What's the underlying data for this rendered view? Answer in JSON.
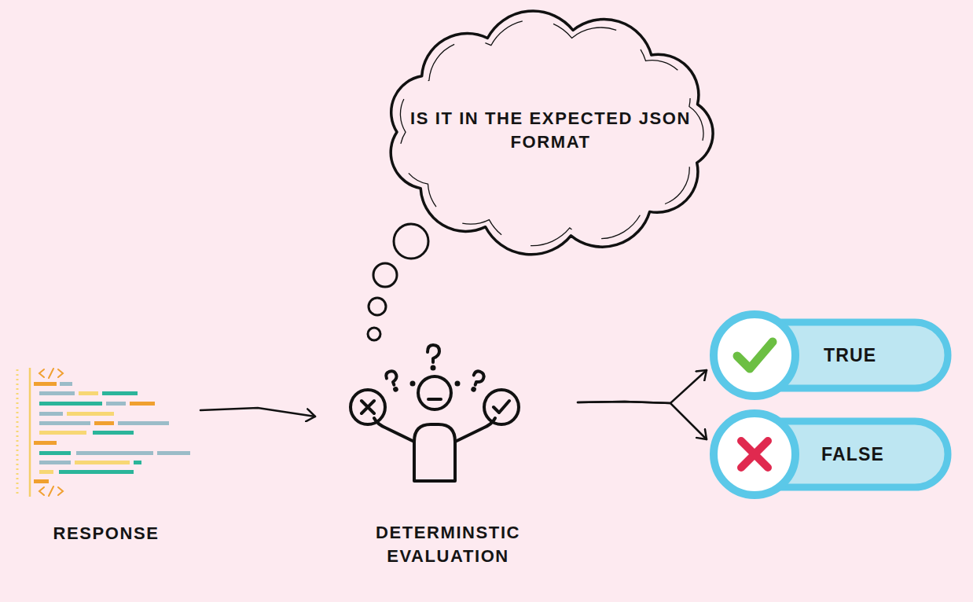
{
  "diagram": {
    "nodes": [
      {
        "text": [
          "RESPONSE"
        ]
      },
      {
        "text": [
          "DETERMINSTIC EVALUATION"
        ]
      },
      {
        "text": [
          "IS IT IN THE EXPECTED JSON FORMAT"
        ]
      },
      {
        "text": [
          "TRUE"
        ]
      },
      {
        "text": [
          "FALSE"
        ]
      }
    ],
    "edges": [
      {
        "from": 0,
        "to": 1,
        "arrow": "to"
      },
      {
        "from": 1,
        "to": 3,
        "arrow": "to"
      },
      {
        "from": 1,
        "to": 4,
        "arrow": "to"
      }
    ]
  }
}
